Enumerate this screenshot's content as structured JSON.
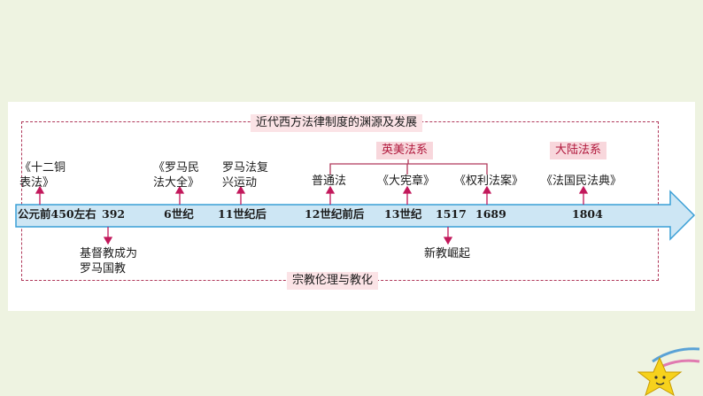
{
  "diagram": {
    "top_title": "近代西方法律制度的渊源及发展",
    "bottom_title": "宗教伦理与教化",
    "common_law_label": "英美法系",
    "civil_law_label": "大陆法系",
    "axis": {
      "t0": "公元前450左右",
      "t1": "392",
      "t2": "6世纪",
      "t3": "11世纪后",
      "t4": "12世纪前后",
      "t5": "13世纪",
      "t6": "1517",
      "t7": "1689",
      "t8": "1804"
    },
    "events_above": {
      "twelve_tables": "《十二铜表法》",
      "corpus_juris_line1": "《罗马民",
      "corpus_juris_line2": "法大全》",
      "roman_revival_line1": "罗马法复",
      "roman_revival_line2": "兴运动",
      "common_law": "普通法",
      "magna_carta": "《大宪章》",
      "bill_of_rights": "《权利法案》",
      "napoleonic_code": "《法国民法典》"
    },
    "events_below": {
      "christianity_line1": "基督教成为",
      "christianity_line2": "罗马国教",
      "reformation": "新教崛起"
    }
  },
  "colors": {
    "arrow_fill": "#cde6f4",
    "arrow_stroke": "#3a9fd6",
    "accent": "#c2185b",
    "bracket": "#b0385a",
    "star": "#f6d21c"
  }
}
